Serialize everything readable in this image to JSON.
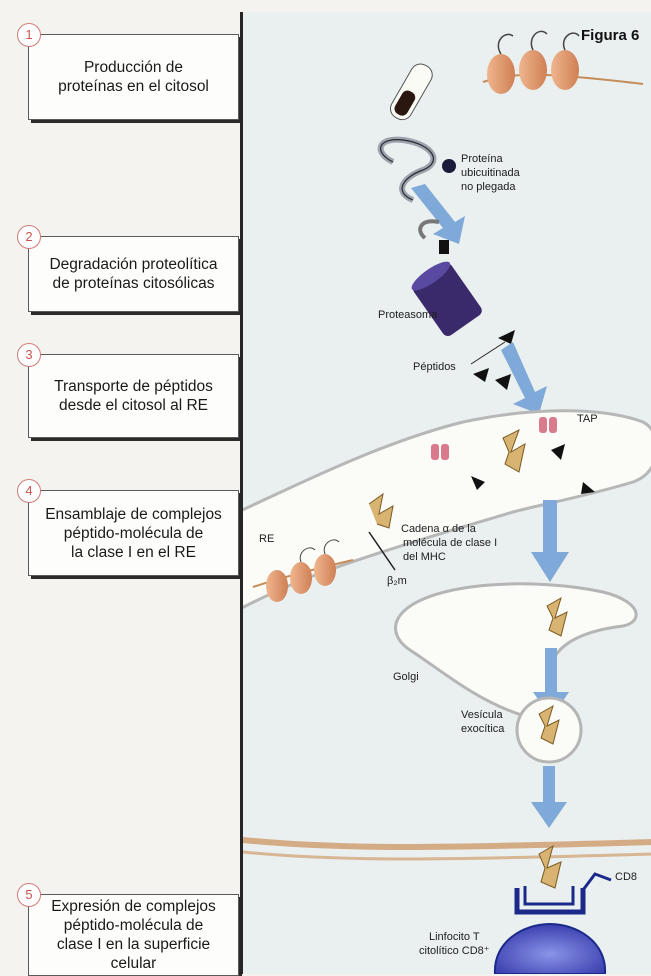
{
  "steps": [
    {
      "num": "1",
      "text": "Producción de\nproteínas en el citosol"
    },
    {
      "num": "2",
      "text": "Degradación proteolítica\nde proteínas citosólicas"
    },
    {
      "num": "3",
      "text": "Transporte de péptidos\ndesde el citosol al RE"
    },
    {
      "num": "4",
      "text": "Ensamblaje de complejos\npéptido-molécula de\nla clase I en el RE"
    },
    {
      "num": "5",
      "text": "Expresión de complejos\npéptido-molécula de\nclase I en la superficie\ncelular"
    }
  ],
  "figure": {
    "title": "Figura 6",
    "labels": {
      "ubiquitinated_1": "Proteína",
      "ubiquitinated_2": "ubicuitinada",
      "ubiquitinated_3": "no plegada",
      "proteasome": "Proteasoma",
      "peptides": "Péptidos",
      "tap": "TAP",
      "er": "RE",
      "alpha_chain_1": "Cadena α de la",
      "alpha_chain_2": "molécula de clase I",
      "alpha_chain_3": "del MHC",
      "b2m": "β₂m",
      "golgi": "Golgi",
      "vesicle_1": "Vesícula",
      "vesicle_2": "exocítica",
      "cd8": "CD8",
      "lymphocyte_1": "Linfocito T",
      "lymphocyte_2": "citolítico CD8⁺"
    }
  },
  "colors": {
    "arrow_blue": "#7fa9d8",
    "proteasome_purple": "#3b2a6b",
    "ribosome_orange": "#e7a27a",
    "tap_pink": "#d97a8d",
    "mhc_gold": "#d8b372",
    "cd8_blue": "#1b2a8a",
    "membrane": "#c98f57"
  }
}
